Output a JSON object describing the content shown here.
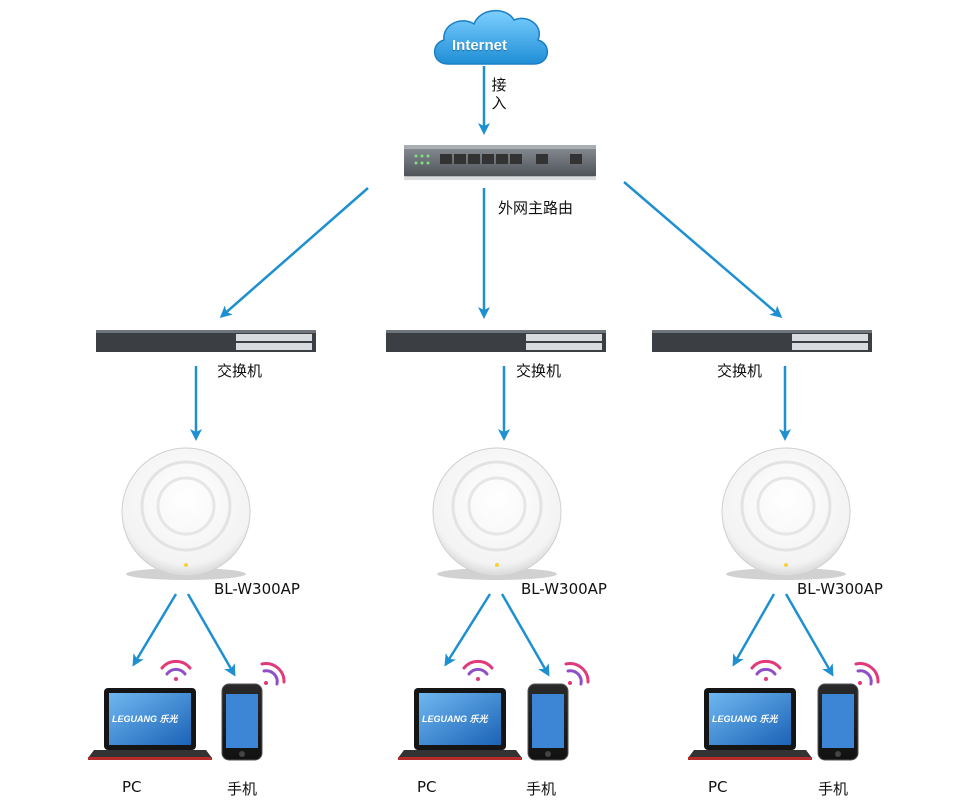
{
  "internet_label": "Internet",
  "uplink_label": [
    "接",
    "入"
  ],
  "router_label": "外网主路由",
  "switch_label": "交换机",
  "ap_label": "BL-W300AP",
  "pc_label": "PC",
  "phone_label": "手机",
  "laptop_brand": "LEGUANG 乐光",
  "colors": {
    "arrow": "#1e90d2",
    "cloud": "#3aa6ea",
    "wifi_pink": "#e2397a",
    "wifi_purple": "#8f4fc8"
  }
}
